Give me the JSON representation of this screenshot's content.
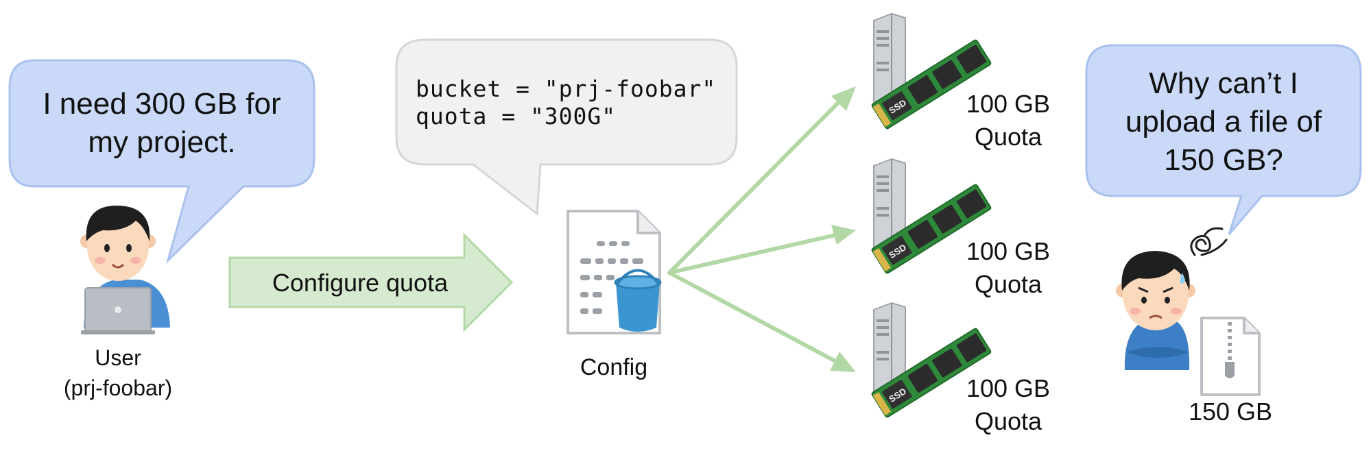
{
  "user_bubble": {
    "line1": "I need 300 GB for",
    "line2": "my project."
  },
  "user": {
    "name": "User",
    "project": "(prj-foobar)"
  },
  "arrow": {
    "label": "Configure quota"
  },
  "config_bubble": {
    "line1": "bucket = \"prj-foobar\"",
    "line2": "quota = \"300G\""
  },
  "config": {
    "label": "Config"
  },
  "servers": [
    {
      "ssd_label": "SSD",
      "quota_value": "100 GB",
      "quota_word": "Quota"
    },
    {
      "ssd_label": "SSD",
      "quota_value": "100 GB",
      "quota_word": "Quota"
    },
    {
      "ssd_label": "SSD",
      "quota_value": "100 GB",
      "quota_word": "Quota"
    }
  ],
  "confused_bubble": {
    "line1": "Why can’t I",
    "line2": "upload a file of",
    "line3": "150 GB?"
  },
  "file": {
    "label": "150 GB"
  },
  "colors": {
    "blue_bubble_fill": "#c9d9f7",
    "blue_bubble_stroke": "#a9c1ee",
    "gray_bubble_fill": "#f1f1f1",
    "gray_bubble_stroke": "#d6d6d6",
    "arrow_fill": "#d6ead0",
    "arrow_stroke": "#b3d8a7",
    "line_green": "#b2d8a5",
    "ssd_green": "#2e8a3a",
    "bucket_blue": "#3b95d1"
  }
}
